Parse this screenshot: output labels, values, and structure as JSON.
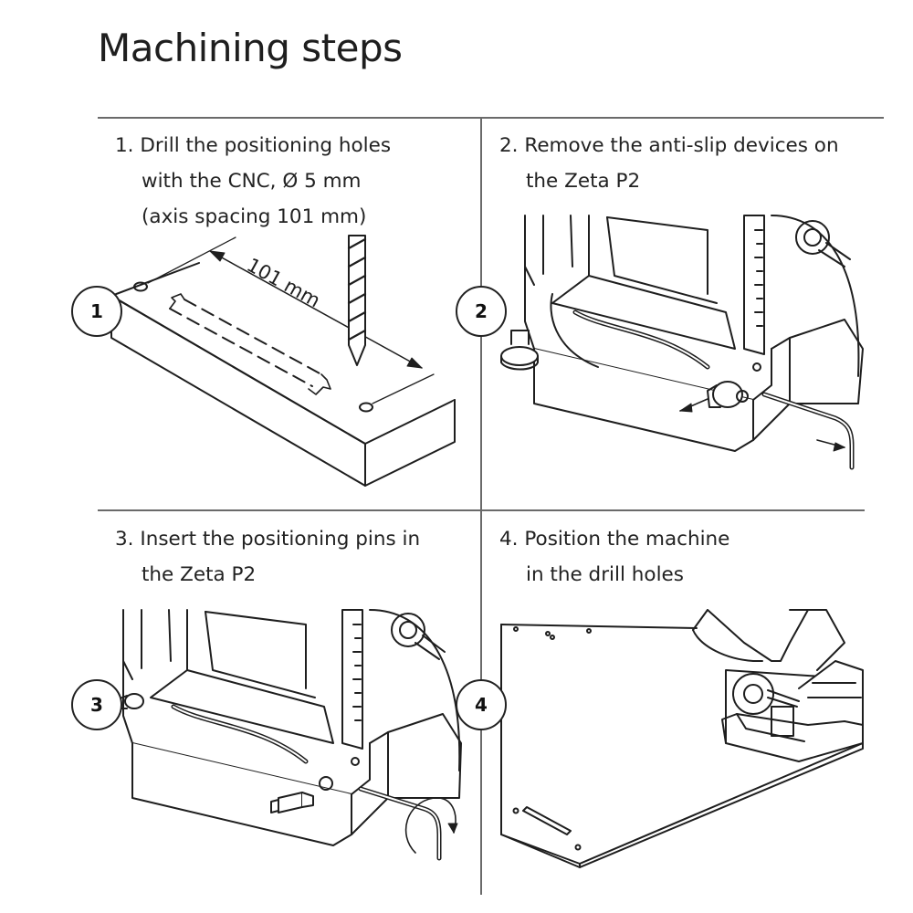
{
  "page": {
    "title": "Machining steps"
  },
  "steps": [
    {
      "lines": [
        "1. Drill the positioning holes",
        "with the CNC, Ø 5 mm",
        "(axis spacing 101 mm)"
      ],
      "badge": "1",
      "dimension_label": "101 mm"
    },
    {
      "lines": [
        "2. Remove the anti-slip devices on",
        "the Zeta P2"
      ],
      "badge": "2"
    },
    {
      "lines": [
        "3. Insert the positioning pins in",
        "the Zeta P2"
      ],
      "badge": "3"
    },
    {
      "lines": [
        "4. Position the machine",
        "in the drill holes"
      ],
      "badge": "4"
    }
  ],
  "colors": {
    "line": "#1e1e1e",
    "divider": "#6a6a6a",
    "text": "#222222"
  }
}
